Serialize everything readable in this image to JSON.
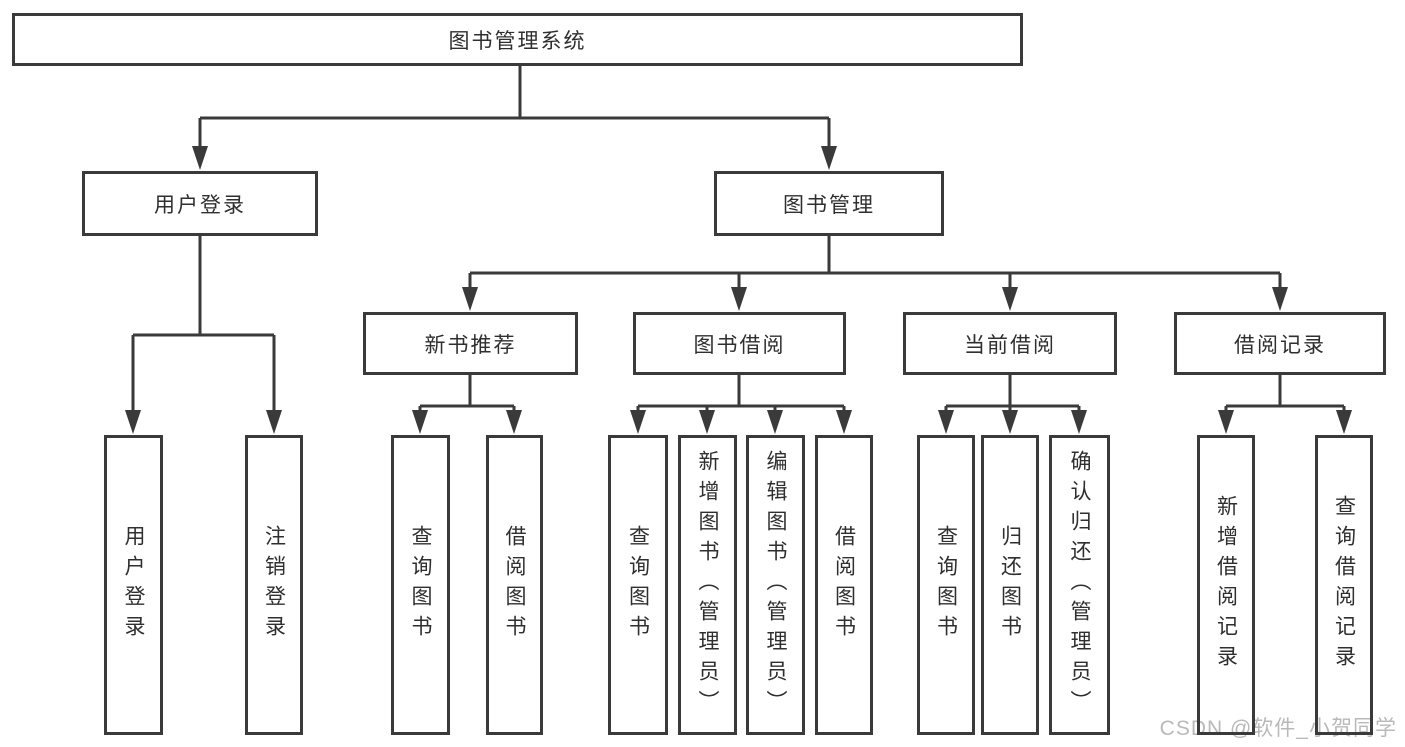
{
  "diagram": {
    "root": {
      "label": "图书管理系统"
    },
    "level2": {
      "user_login": "用户登录",
      "book_management": "图书管理"
    },
    "level3": {
      "new_book_recommend": "新书推荐",
      "book_borrow": "图书借阅",
      "current_borrow": "当前借阅",
      "borrow_record": "借阅记录"
    },
    "leaves": {
      "user_login": [
        "用户登录",
        "注销登录"
      ],
      "new_book_recommend": [
        "查询图书",
        "借阅图书"
      ],
      "book_borrow": [
        "查询图书",
        "新增图书（管理员）",
        "编辑图书（管理员）",
        "借阅图书"
      ],
      "current_borrow": [
        "查询图书",
        "归还图书",
        "确认归还（管理员）"
      ],
      "borrow_record": [
        "新增借阅记录",
        "查询借阅记录"
      ]
    }
  },
  "watermark": {
    "text": "CSDN @软件_小贺同学",
    "color": "#b9b9b9"
  },
  "colors": {
    "line": "#3a3a3a",
    "text": "#2f2f2f",
    "background": "#ffffff"
  }
}
